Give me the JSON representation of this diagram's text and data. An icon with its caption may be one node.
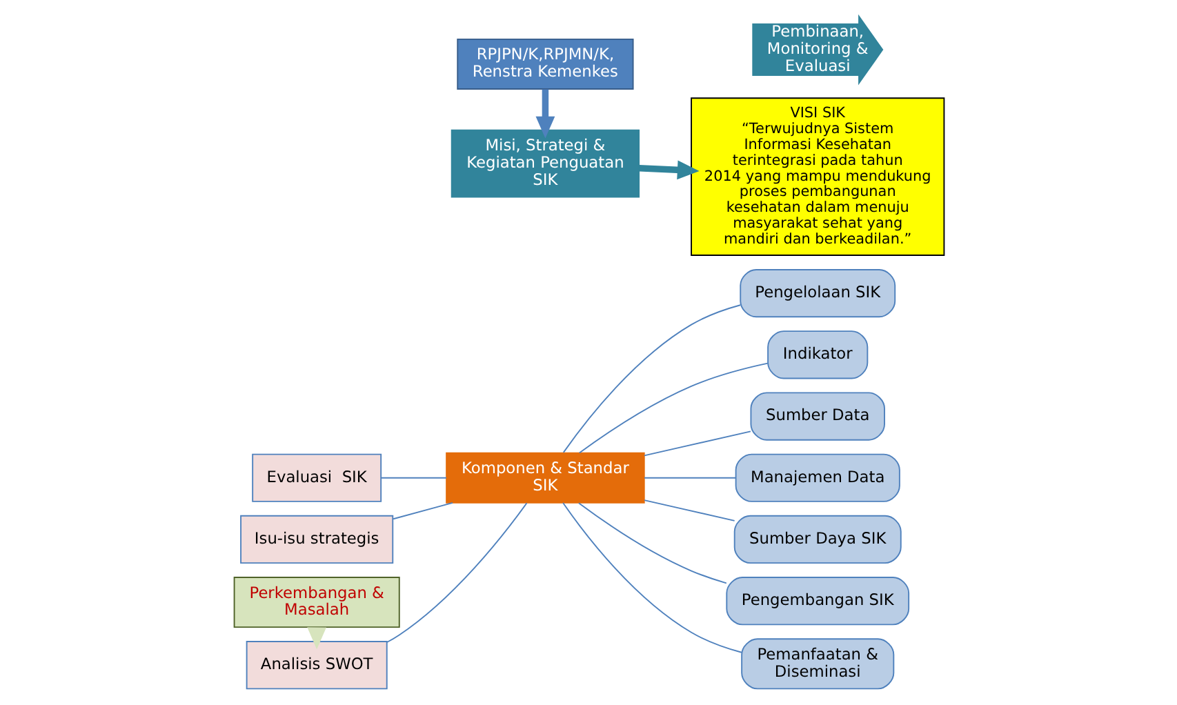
{
  "diagram": {
    "nodes": [
      {
        "text": [
          "Evaluasi  SIK"
        ]
      },
      {
        "text": [
          "Komponen & Standar SIK"
        ]
      },
      {
        "text": [
          "Isu-isu strategis"
        ]
      },
      {
        "text": [
          "Pengelolaan SIK"
        ]
      },
      {
        "text": [
          "Indikator"
        ]
      },
      {
        "text": [
          "Sumber Data"
        ]
      },
      {
        "text": [
          "Manajemen Data"
        ]
      },
      {
        "text": [
          "Sumber Daya SIK"
        ]
      },
      {
        "text": [
          "Pengembangan SIK"
        ]
      },
      {
        "text": [
          "Pemanfaatan & Diseminasi"
        ]
      },
      {
        "text": [
          "Analisis SWOT"
        ]
      },
      {
        "text": [
          "RPJPN/K,RPJMN/K, Renstra Kemenkes"
        ]
      },
      {
        "text": [
          "Misi, Strategi & Kegiatan Penguatan SIK"
        ]
      },
      {
        "text": [
          "VISI SIK",
          "“Terwujudnya Sistem Informasi Kesehatan terintegrasi pada tahun 2014 yang mampu mendukung proses pembangunan kesehatan dalam menuju masyarakat sehat yang mandiri dan berkeadilan.”"
        ]
      },
      {
        "text": [
          "Perkembangan & Masalah"
        ]
      },
      {
        "text": [
          "Pembinaan, Monitoring & Evaluasi"
        ]
      }
    ],
    "edges": [
      {
        "from": 0,
        "to": 1,
        "arrow": "none"
      },
      {
        "from": 1,
        "to": 3,
        "arrow": "none"
      },
      {
        "from": 1,
        "to": 4,
        "arrow": "none"
      },
      {
        "from": 1,
        "to": 5,
        "arrow": "none"
      },
      {
        "from": 1,
        "to": 6,
        "arrow": "none"
      },
      {
        "from": 1,
        "to": 7,
        "arrow": "none"
      },
      {
        "from": 1,
        "to": 8,
        "arrow": "none"
      },
      {
        "from": 1,
        "to": 9,
        "arrow": "none"
      },
      {
        "from": 2,
        "to": 1,
        "arrow": "none"
      },
      {
        "from": 10,
        "to": 1,
        "arrow": "none"
      },
      {
        "from": 14,
        "to": 10,
        "arrow": "to",
        "style": "thick",
        "color": "#d7e4bd"
      },
      {
        "from": 11,
        "to": 12,
        "arrow": "to",
        "style": "thick",
        "color": "#4f81bd"
      },
      {
        "from": 12,
        "to": 13,
        "arrow": "to",
        "style": "thick",
        "color": "#31849b"
      }
    ]
  }
}
